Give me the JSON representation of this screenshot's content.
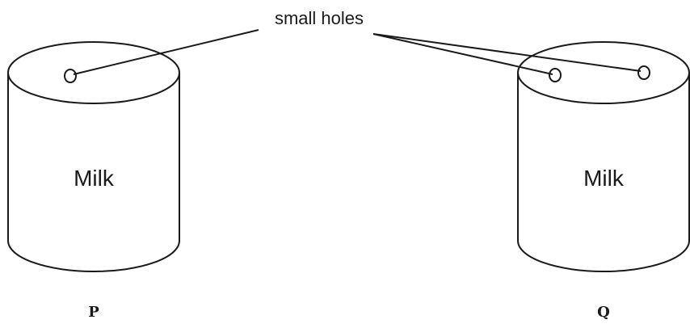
{
  "annotation": {
    "text": "small holes"
  },
  "cans": [
    {
      "content_label": "Milk",
      "id_label": "P",
      "hole_count": 1
    },
    {
      "content_label": "Milk",
      "id_label": "Q",
      "hole_count": 2
    }
  ],
  "colors": {
    "ink": "#1a1a1a",
    "background": "#ffffff"
  }
}
